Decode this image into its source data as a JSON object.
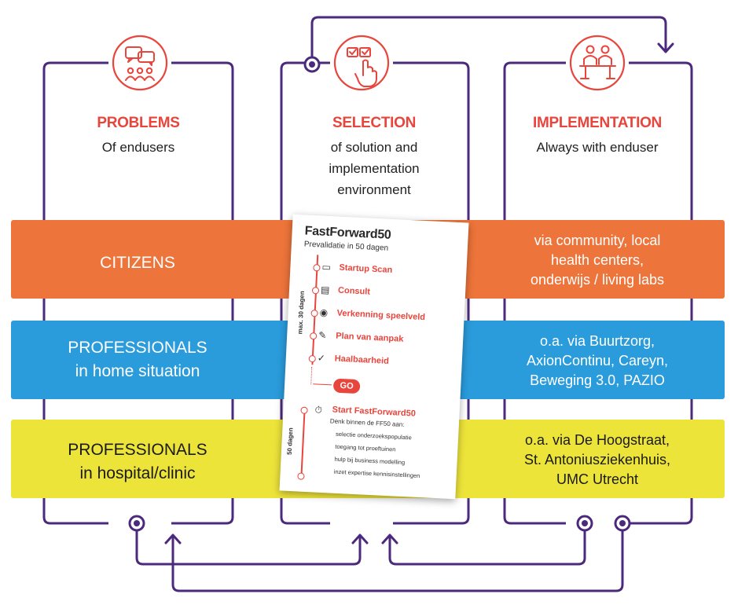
{
  "columns": [
    {
      "title": "PROBLEMS",
      "subtitle": "Of endusers",
      "icon": "speech-bubbles-group-icon"
    },
    {
      "title": "SELECTION",
      "subtitle_lines": [
        "of solution and",
        "implementation",
        "environment"
      ],
      "icon": "touch-checklist-icon"
    },
    {
      "title": "IMPLEMENTATION",
      "subtitle": "Always with enduser",
      "icon": "meeting-table-icon"
    }
  ],
  "bands": [
    {
      "label": [
        "CITIZENS"
      ],
      "right": [
        "via community, local",
        "health centers,",
        "onderwijs / living labs"
      ],
      "color": "#ed743a"
    },
    {
      "label": [
        "PROFESSIONALS",
        "in home situation"
      ],
      "right": [
        "o.a. via Buurtzorg,",
        "AxionContinu, Careyn,",
        "Beweging 3.0, PAZIO"
      ],
      "color": "#2a9bdb"
    },
    {
      "label": [
        "PROFESSIONALS",
        "in hospital/clinic"
      ],
      "right": [
        "o.a. via De Hoogstraat,",
        "St. Antoniusziekenhuis,",
        "UMC Utrecht"
      ],
      "color": "#ede43a"
    }
  ],
  "card": {
    "title": "FastForward50",
    "subtitle": "Prevalidatie in 50 dagen",
    "steps": [
      "Startup Scan",
      "Consult",
      "Verkenning speelveld",
      "Plan van aanpak",
      "Haalbaarheid"
    ],
    "go": "GO",
    "start": "Start FastForward50",
    "start_sub": "Denk binnen de FF50 aan:",
    "bullets": [
      "selectie onderzoekspopulatie",
      "toegang tot proeftuinen",
      "hulp bij business modelling",
      "inzet expertise kennisinstellingen"
    ],
    "max_label": "max. 30 dagen",
    "days_label": "50 dagen"
  },
  "colors": {
    "accent": "#e8453c",
    "frame": "#4b2a7d"
  }
}
